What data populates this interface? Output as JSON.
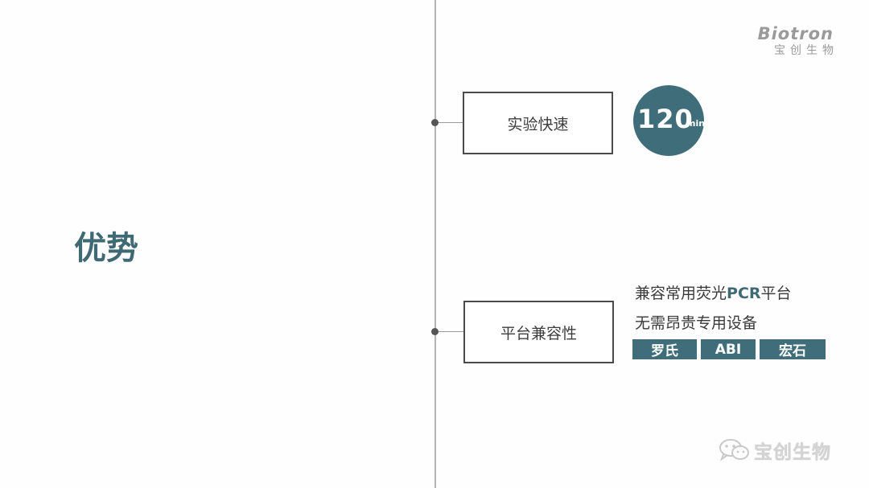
{
  "logo": {
    "word": "Biotron",
    "sub": "宝创生物"
  },
  "title": "优势",
  "advantages": [
    {
      "label": "实验快速",
      "badge": {
        "number": "120",
        "unit": "min"
      }
    },
    {
      "label": "平台兼容性",
      "lines": [
        {
          "prefix": "兼容常用荧光",
          "emphasis": "PCR",
          "suffix": "平台"
        },
        {
          "text": "无需昂贵专用设备"
        }
      ],
      "tags": [
        "罗氏",
        "ABI",
        "宏石"
      ]
    }
  ],
  "watermark": {
    "icon": "wechat-icon",
    "text": "宝创生物"
  },
  "colors": {
    "accent": "#3f6e7a",
    "title": "#3f6a74",
    "line": "#b4b4b4",
    "logo": "#9a9a9a"
  }
}
